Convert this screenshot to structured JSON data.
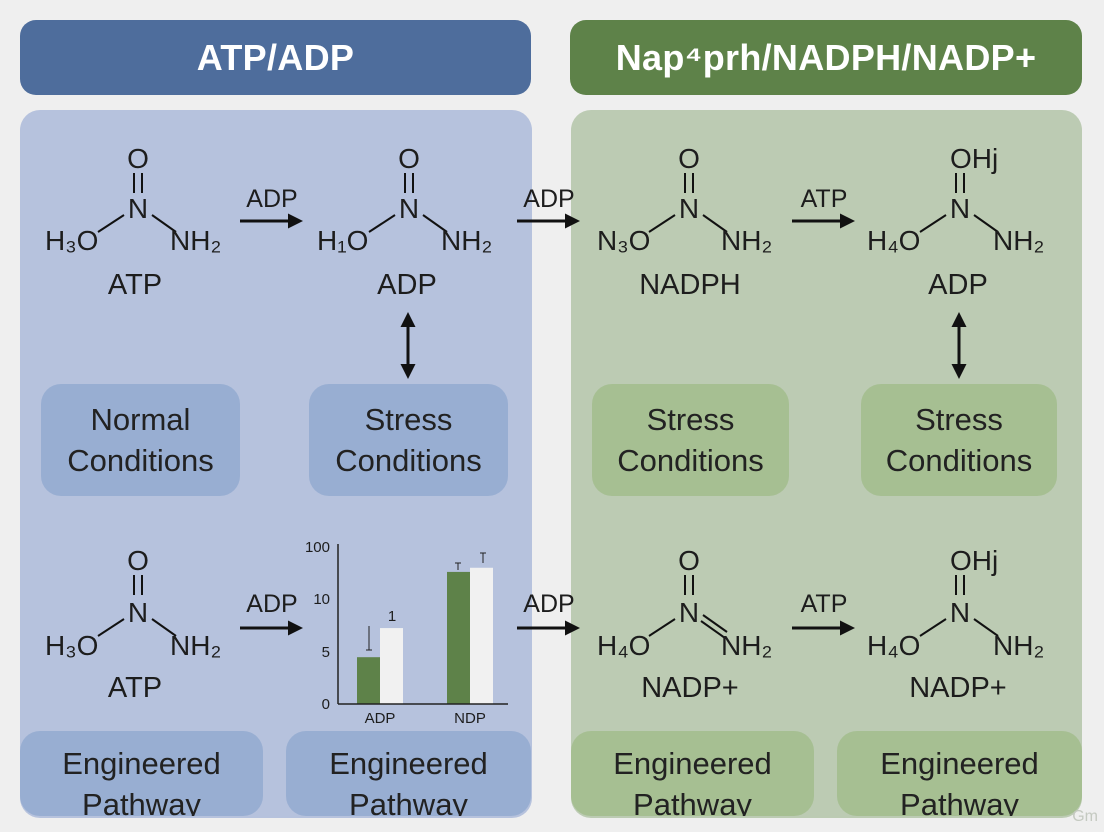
{
  "headers": {
    "left": "ATP/ADP",
    "right": "Nap⁴prh/NADPH/NADP+"
  },
  "molecules": [
    {
      "label": "ATP",
      "left": "H₃O",
      "right": "NH₂",
      "top": "O"
    },
    {
      "label": "ADP",
      "left": "H₁O",
      "right": "NH₂",
      "top": "O"
    },
    {
      "label": "NADPH",
      "left": "N₃O",
      "right": "NH₂",
      "top": "O"
    },
    {
      "label": "ADP",
      "left": "H₄O",
      "right": "NH₂",
      "top": "OHj"
    },
    {
      "label": "ATP",
      "left": "H₃O",
      "right": "NH₂",
      "top": "O"
    },
    {
      "label": "NADP+",
      "left": "H₄O",
      "right": "NH₂",
      "top": "O"
    },
    {
      "label": "NADP+",
      "left": "H₄O",
      "right": "NH₂",
      "top": "OHj"
    }
  ],
  "reaction_labels": [
    "ADP",
    "ADP",
    "ATP",
    "ADP",
    "ADP",
    "ATP"
  ],
  "condition_boxes": [
    {
      "line1": "Normal",
      "line2": "Conditions"
    },
    {
      "line1": "Stress",
      "line2": "Conditions"
    },
    {
      "line1": "Stress",
      "line2": "Conditions"
    },
    {
      "line1": "Stress",
      "line2": "Conditions"
    }
  ],
  "pathway_boxes": [
    {
      "line1": "Engineered",
      "line2": "Pathway"
    },
    {
      "line1": "Engineered",
      "line2": "Pathway"
    },
    {
      "line1": "Engineered",
      "line2": "Pathway"
    },
    {
      "line1": "Engineered",
      "line2": "Pathway"
    }
  ],
  "colors": {
    "header_blue": "#4e6d9c",
    "header_green": "#5e8249",
    "panel_blue": "#b6c2dd",
    "panel_green": "#bccbb3",
    "bar_green": "#5e8249",
    "bar_white": "#f1f1f1"
  },
  "chart_data": {
    "type": "bar",
    "categories": [
      "ADP",
      "NDP"
    ],
    "y_tick_labels": [
      "0",
      "5",
      "10",
      "100"
    ],
    "series": [
      {
        "values": [
          4.5,
          12.7
        ]
      },
      {
        "values": [
          7.3,
          13.1
        ]
      }
    ],
    "annotations": [
      "1"
    ],
    "ylim": [
      0,
      15
    ]
  },
  "watermark": "Gm"
}
